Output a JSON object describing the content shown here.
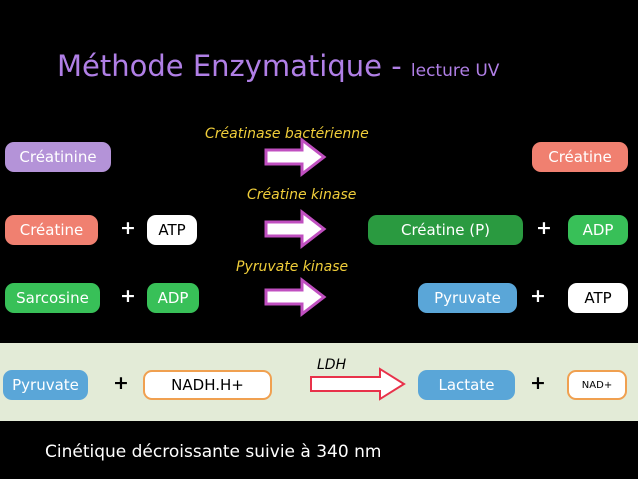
{
  "title": {
    "main": "Méthode Enzymatique -",
    "sub": "lecture UV"
  },
  "reactions": [
    {
      "enzyme": "Créatinase bactérienne",
      "substrates": [
        "Créatinine"
      ],
      "products": [
        "Créatine"
      ]
    },
    {
      "enzyme": "Créatine kinase",
      "substrates": [
        "Créatine",
        "ATP"
      ],
      "products": [
        "Créatine (P)",
        "ADP"
      ]
    },
    {
      "enzyme": "Pyruvate kinase",
      "substrates": [
        "Sarcosine",
        "ADP"
      ],
      "products": [
        "Pyruvate",
        "ATP"
      ]
    },
    {
      "enzyme": "LDH",
      "substrates": [
        "Pyruvate",
        "NADH.H+"
      ],
      "products": [
        "Lactate",
        "NAD+"
      ]
    }
  ],
  "plus": "+",
  "footer": "Cinétique décroissante suivie à 340 nm",
  "colors": {
    "title": "#b07fe6",
    "enzyme_label": "#f0ce3a",
    "arrow_fill": "#ffffff",
    "arrow_stroke": "#c04fc0",
    "ldh_arrow_stroke": "#e8324a",
    "band": "#e3ebd7",
    "violet": "#b493d8",
    "salmon": "#f08070",
    "green": "#38c058",
    "blue": "#5aa6d8"
  },
  "icons": {
    "reaction_arrow": "right-arrow-icon"
  }
}
